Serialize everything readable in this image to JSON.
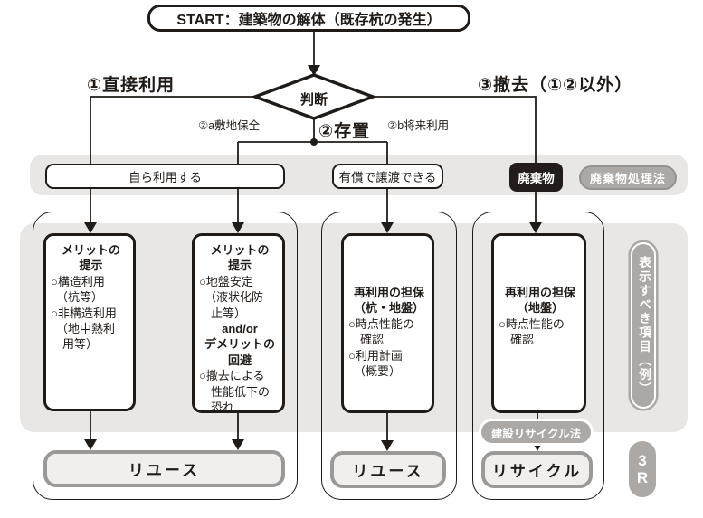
{
  "start_label": "START：建築物の解体（既存杭の発生）",
  "decision_label": "判断",
  "branches": {
    "direct": "①直接利用",
    "leave": "②存置",
    "remove": "③撤去（①②以外）",
    "leave_a": "②a敷地保全",
    "leave_b": "②b将来利用"
  },
  "band": {
    "self_use": "自ら利用する",
    "paid_transfer": "有償で譲渡できる",
    "waste": "廃棄物",
    "waste_law": "廃棄物処理法"
  },
  "boxes": {
    "merit_direct": {
      "lines": [
        "メリットの",
        "提示",
        "○構造利用",
        "（杭等）",
        "○非構造利用",
        "（地中熱利",
        "用等）"
      ]
    },
    "merit_leave": {
      "lines": [
        "メリットの",
        "提示",
        "○地盤安定",
        "（液状化防",
        "止等）",
        "and/or",
        "デメリットの",
        "回避",
        "○撤去による",
        "性能低下の",
        "恐れ"
      ]
    },
    "security_pile": {
      "lines": [
        "再利用の担保",
        "（杭・地盤）",
        "○時点性能の",
        "確認",
        "○利用計画",
        "（概要）"
      ]
    },
    "security_ground": {
      "lines": [
        "再利用の担保",
        "（地盤）",
        "○時点性能の",
        "確認"
      ]
    }
  },
  "outcomes": {
    "reuse_left": "リユース",
    "reuse_mid": "リユース",
    "recycle": "リサイクル"
  },
  "labels": {
    "recycle_law": "建設リサイクル法",
    "side": "表示すべき項目（例）",
    "three_r_top": "3",
    "three_r_bottom": "R"
  },
  "colors": {
    "light_gray": "#e8e7e5",
    "pill_gray": "#aba8a5",
    "box_black": "#221d1a",
    "outcome_border": "#9b9997"
  }
}
